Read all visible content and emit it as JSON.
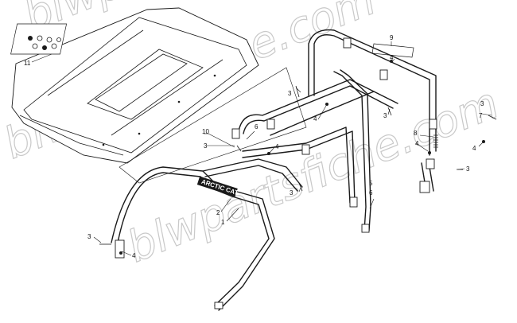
{
  "watermark": {
    "text": "blwpartsfiche.com",
    "color": "#c9c9c9"
  },
  "decal": {
    "text": "ARCTIC CAT"
  },
  "callouts": {
    "roof_11": "11",
    "decal_9": "9",
    "bracket_10": "10",
    "pin_8": "8",
    "tube_7": "7",
    "tube_6_top": "6",
    "tube_6_right": "6",
    "tube_5": "5",
    "tube_2": "2",
    "tube_1": "1",
    "clamp_4_a": "4",
    "clamp_4_b": "4",
    "clamp_4_c": "4",
    "clamp_4_d": "4",
    "clamp_4_e": "4",
    "clamp_4_f": "4",
    "bolt_3_a": "3",
    "bolt_3_b": "3",
    "bolt_3_c": "3",
    "bolt_3_d": "3",
    "bolt_3_e": "3",
    "bolt_3_f": "3",
    "bolt_3_g": "3"
  }
}
